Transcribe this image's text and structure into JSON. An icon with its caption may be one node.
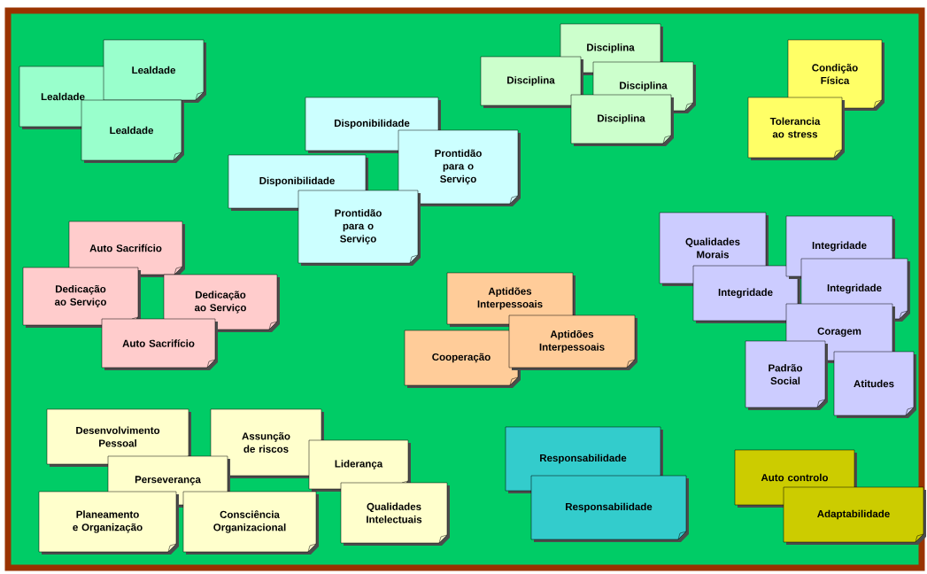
{
  "diagram": {
    "nodes": [
      {
        "text": [
          "Lealdade"
        ]
      },
      {
        "text": [
          "Lealdade"
        ]
      },
      {
        "text": [
          "Lealdade"
        ]
      },
      {
        "text": [
          "Disciplina"
        ]
      },
      {
        "text": [
          "Disciplina"
        ]
      },
      {
        "text": [
          "Disciplina"
        ]
      },
      {
        "text": [
          "Disciplina"
        ]
      },
      {
        "text": [
          "Condição Física"
        ]
      },
      {
        "text": [
          "Tolerancia ao stress"
        ]
      },
      {
        "text": [
          "Disponibilidade"
        ]
      },
      {
        "text": [
          "Disponibilidade"
        ]
      },
      {
        "text": [
          "Prontidão para o Serviço"
        ]
      },
      {
        "text": [
          "Prontidão para o Serviço"
        ]
      },
      {
        "text": [
          "Auto Sacrifício"
        ]
      },
      {
        "text": [
          "Dedicação ao Serviço"
        ]
      },
      {
        "text": [
          "Dedicação ao Serviço"
        ]
      },
      {
        "text": [
          "Auto Sacrifício"
        ]
      },
      {
        "text": [
          "Aptidões Interpessoais"
        ]
      },
      {
        "text": [
          "Cooperação"
        ]
      },
      {
        "text": [
          "Aptidões Interpessoais"
        ]
      },
      {
        "text": [
          "Qualidades Morais"
        ]
      },
      {
        "text": [
          "Integridade"
        ]
      },
      {
        "text": [
          "Integridade"
        ]
      },
      {
        "text": [
          "Integridade"
        ]
      },
      {
        "text": [
          "Coragem"
        ]
      },
      {
        "text": [
          "Padrão Social"
        ]
      },
      {
        "text": [
          "Atitudes"
        ]
      },
      {
        "text": [
          "Desenvolvimento Pessoal"
        ]
      },
      {
        "text": [
          "Assunção de riscos"
        ]
      },
      {
        "text": [
          "Perseverança"
        ]
      },
      {
        "text": [
          "Liderança"
        ]
      },
      {
        "text": [
          "Planeamento e Organização"
        ]
      },
      {
        "text": [
          "Consciência Organizacional"
        ]
      },
      {
        "text": [
          "Qualidades Intelectuais"
        ]
      },
      {
        "text": [
          "Responsabilidade"
        ]
      },
      {
        "text": [
          "Responsabilidade"
        ]
      },
      {
        "text": [
          "Auto controlo"
        ]
      },
      {
        "text": [
          "Adaptabilidade"
        ]
      }
    ]
  }
}
